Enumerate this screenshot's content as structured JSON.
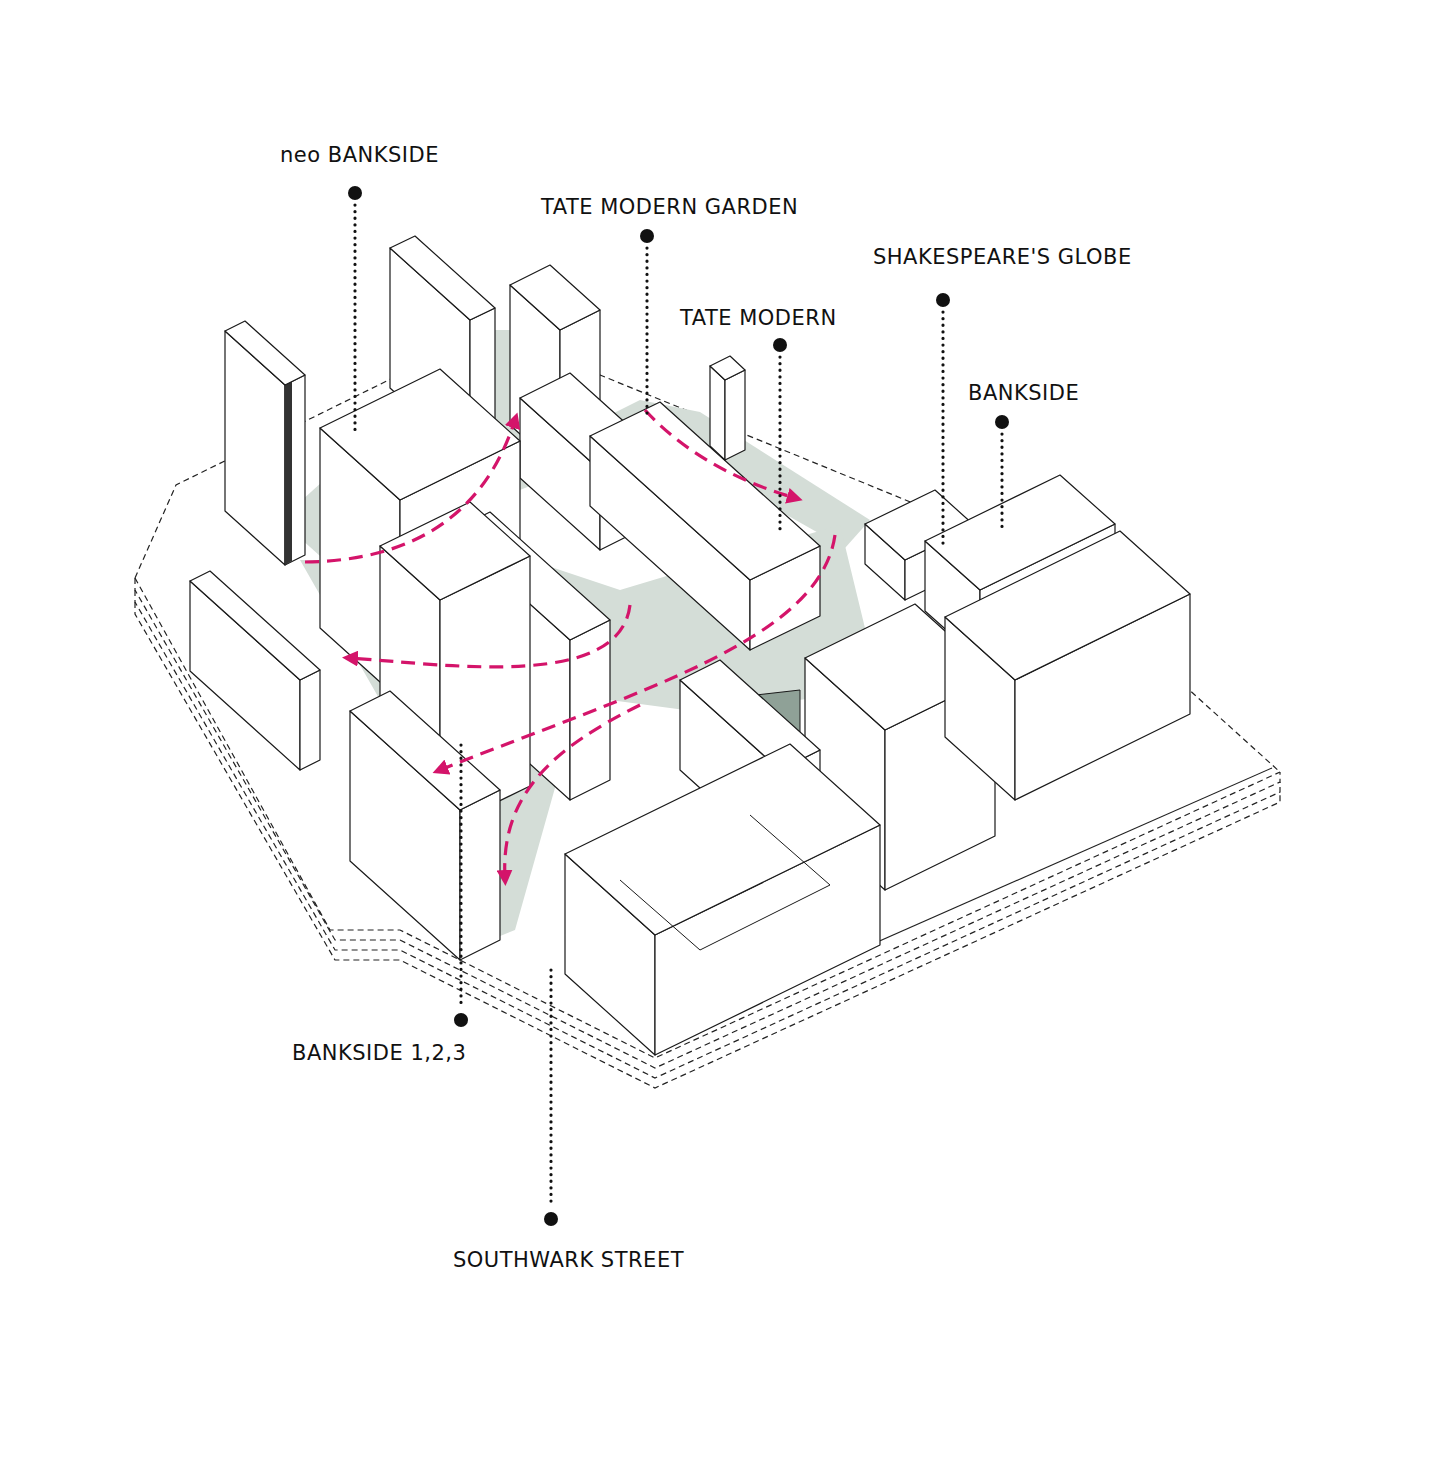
{
  "diagram": {
    "labels": [
      "neo BANKSIDE",
      "TATE MODERN GARDEN",
      "TATE MODERN",
      "SHAKESPEARE'S GLOBE",
      "BANKSIDE",
      "BANKSIDE 1,2,3",
      "SOUTHWARK STREET"
    ]
  }
}
